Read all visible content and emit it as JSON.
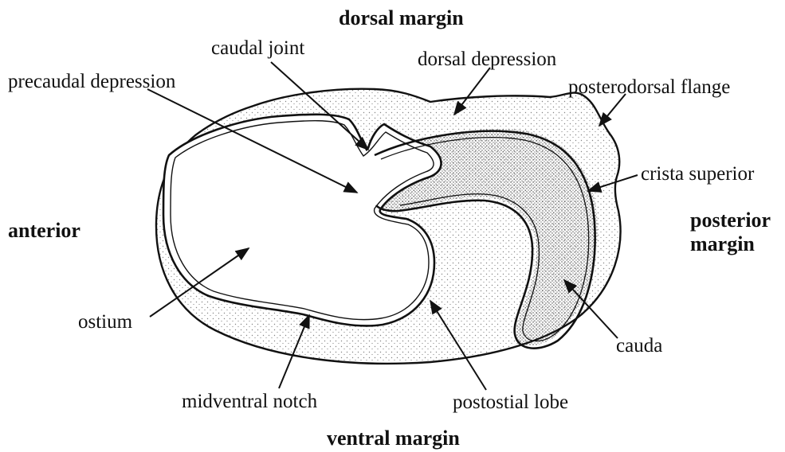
{
  "diagram": {
    "margins": {
      "dorsal": "dorsal margin",
      "ventral": "ventral margin",
      "anterior": "anterior",
      "posterior_line1": "posterior",
      "posterior_line2": "margin"
    },
    "labels": {
      "caudal_joint": "caudal joint",
      "dorsal_depression": "dorsal depression",
      "precaudal_depression": "precaudal depression",
      "posterodorsal_flange": "posterodorsal flange",
      "crista_superior": "crista superior",
      "ostium": "ostium",
      "cauda": "cauda",
      "midventral_notch": "midventral notch",
      "postostial_lobe": "postostial lobe"
    },
    "colors": {
      "ink": "#111111",
      "paper": "#ffffff"
    }
  }
}
